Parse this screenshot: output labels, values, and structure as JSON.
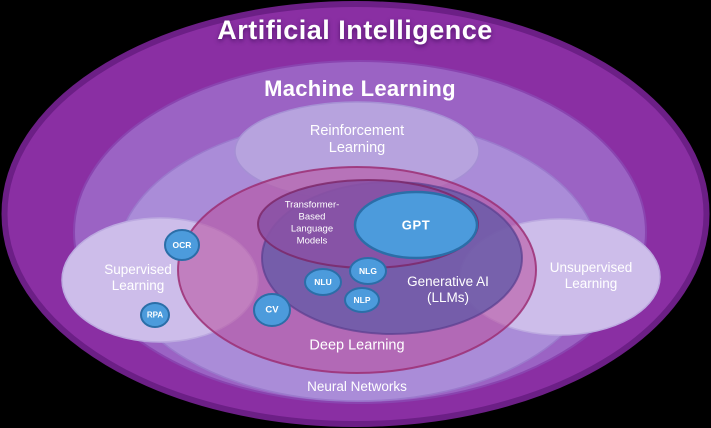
{
  "diagram": {
    "labels": {
      "ai": "Artificial Intelligence",
      "ml": "Machine Learning",
      "rl": "Reinforcement\nLearning",
      "supervised": "Supervised\nLearning",
      "unsupervised": "Unsupervised\nLearning",
      "deep_learning": "Deep Learning",
      "neural_networks": "Neural Networks",
      "generative_ai": "Generative AI\n(LLMs)",
      "transformer": "Transformer-\nBased\nLanguage\nModels",
      "gpt": "GPT",
      "ocr": "OCR",
      "rpa": "RPA",
      "cv": "CV",
      "nlu": "NLU",
      "nlg": "NLG",
      "nlp": "NLP"
    },
    "colors": {
      "background": "#000000",
      "ai_fill": "#8A2FA3",
      "ai_stroke": "#6C1F86",
      "ml_fill": "#9B63C4",
      "nn_fill": "#AA8CD8",
      "rl_fill": "#B7A3DE",
      "cluster_fill": "#CDBDEA",
      "deep_fill": "#B84D9B",
      "deep_stroke": "#9C2F74",
      "genai_fill": "#6A5CA8",
      "genai_stroke": "#5A3E8E",
      "transformer_fill": "#8952A5",
      "transformer_stroke": "#7C2566",
      "node_fill": "#4C9BDC",
      "node_stroke": "#2B6EA8",
      "text": "#FFFFFF"
    }
  }
}
